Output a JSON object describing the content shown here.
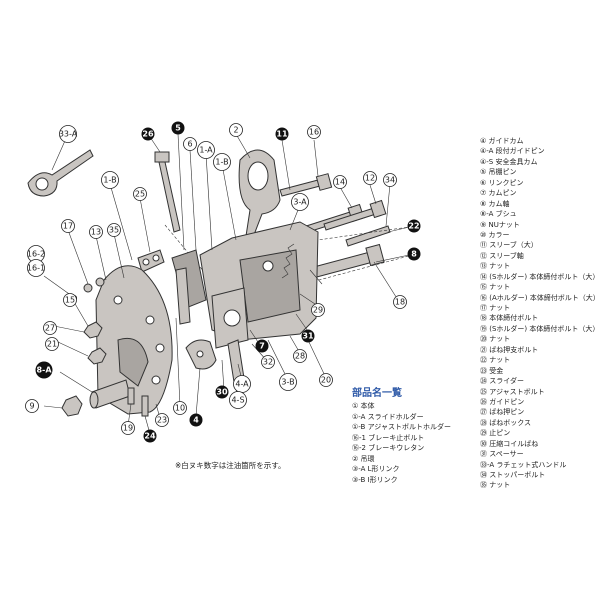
{
  "parts_list": [
    "④ ガイドカム",
    "④-A 段付ガイドピン",
    "④-S 安全金具カム",
    "⑤ 吊棚ピン",
    "⑥ リンクピン",
    "⑦ カムピン",
    "⑧ カム軸",
    "⑧-A ブシュ",
    "⑨ NUナット",
    "⑩ カラー",
    "⑪ スリーブ（大）",
    "⑫ スリーブ軸",
    "⑬ ナット",
    "⑭ (Sホルダー) 本体締付ボルト（大）",
    "⑮ ナット",
    "⑯ (Aホルダー) 本体締付ボルト（大）",
    "⑰ ナット",
    "⑱ 本体締付ボルト",
    "⑲ (Sホルダー) 本体締付ボルト（大）",
    "⑳ ナット",
    "㉑ ばね押支ボルト",
    "㉒ ナット",
    "㉓ 受金",
    "㉔ スライダー",
    "㉕ アジャストボルト",
    "㉖ ガイドピン",
    "㉗ ばね押ピン",
    "㉘ ばねボックス",
    "㉙ 止ピン",
    "㉚ 圧縮コイルばね",
    "㉛ スペーサー",
    "㉝-A ラチェット式ハンドル",
    "㉞ ストッパーボルト",
    "㉟ ナット"
  ],
  "legend": {
    "title": "部品名一覧",
    "items": [
      "① 本体",
      "①-A スライドホルダー",
      "①-B アジャストボルトホルダー",
      "⑯-1 ブレーキ止ボルト",
      "⑯-2 ブレーキウレタン",
      "② 吊環",
      "③-A L形リンク",
      "③-B I形リンク"
    ]
  },
  "note": "※白ヌキ数字は注油箇所を示す。",
  "callouts": [
    {
      "label": "33-A",
      "dark": false
    },
    {
      "label": "26",
      "dark": true
    },
    {
      "label": "5",
      "dark": true
    },
    {
      "label": "6",
      "dark": false
    },
    {
      "label": "1-A",
      "dark": false
    },
    {
      "label": "1-B",
      "dark": false
    },
    {
      "label": "2",
      "dark": false
    },
    {
      "label": "11",
      "dark": true
    },
    {
      "label": "16",
      "dark": false
    },
    {
      "label": "1-B",
      "dark": false
    },
    {
      "label": "25",
      "dark": false
    },
    {
      "label": "3-A",
      "dark": false
    },
    {
      "label": "14",
      "dark": false
    },
    {
      "label": "12",
      "dark": false
    },
    {
      "label": "34",
      "dark": false
    },
    {
      "label": "13",
      "dark": false
    },
    {
      "label": "22",
      "dark": true
    },
    {
      "label": "17",
      "dark": false
    },
    {
      "label": "35",
      "dark": false
    },
    {
      "label": "8",
      "dark": true
    },
    {
      "label": "16-2",
      "dark": false
    },
    {
      "label": "16-1",
      "dark": false
    },
    {
      "label": "15",
      "dark": false
    },
    {
      "label": "18",
      "dark": false
    },
    {
      "label": "27",
      "dark": false
    },
    {
      "label": "31",
      "dark": true
    },
    {
      "label": "29",
      "dark": false
    },
    {
      "label": "21",
      "dark": false
    },
    {
      "label": "28",
      "dark": false
    },
    {
      "label": "20",
      "dark": false
    },
    {
      "label": "7",
      "dark": true
    },
    {
      "label": "32",
      "dark": false
    },
    {
      "label": "3-B",
      "dark": false
    },
    {
      "label": "8-A",
      "dark": true
    },
    {
      "label": "4-A",
      "dark": false
    },
    {
      "label": "30",
      "dark": true
    },
    {
      "label": "4-S",
      "dark": false
    },
    {
      "label": "9",
      "dark": false
    },
    {
      "label": "10",
      "dark": false
    },
    {
      "label": "4",
      "dark": true
    },
    {
      "label": "19",
      "dark": false
    },
    {
      "label": "24",
      "dark": true
    },
    {
      "label": "23",
      "dark": false
    }
  ]
}
